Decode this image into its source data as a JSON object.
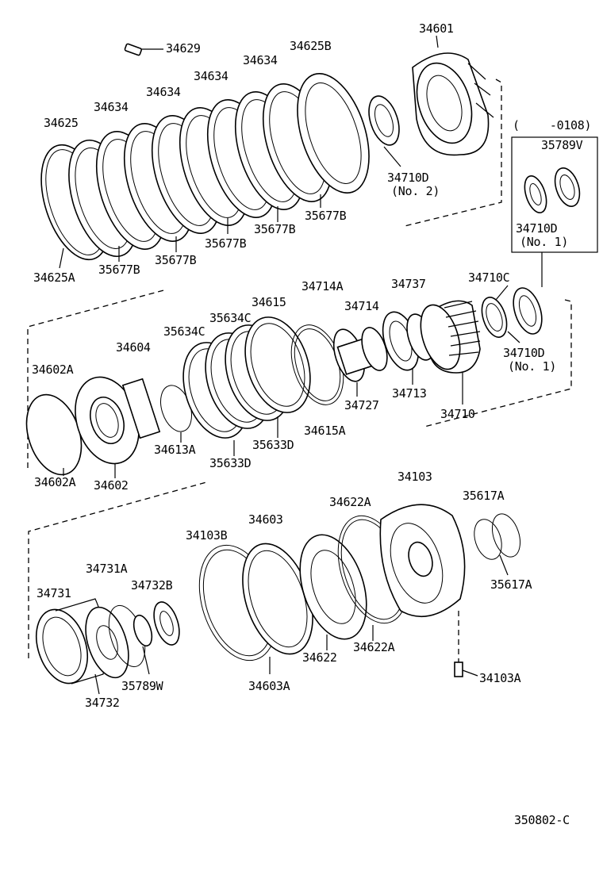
{
  "diagram": {
    "code": "350802-C",
    "labels": {
      "p34629": "34629",
      "p34634a": "34634",
      "p34625B": "34625B",
      "p34601": "34601",
      "p34634b": "34634",
      "p34634c": "34634",
      "p34634d": "34634",
      "p34625": "34625",
      "p34710D_2": "34710D",
      "no2": "(No. 2)",
      "p35677B_a": "35677B",
      "p35677B_b": "35677B",
      "p35677B_c": "35677B",
      "p35677B_d": "35677B",
      "p35677B_e": "35677B",
      "p34625A": "34625A",
      "range": "(　　 -0108)",
      "p35789V": "35789V",
      "p34710D_1a": "34710D",
      "no1a": "(No. 1)",
      "p34710C": "34710C",
      "p34714A": "34714A",
      "p34737": "34737",
      "p34615": "34615",
      "p34714": "34714",
      "p35634C_a": "35634C",
      "p35634C_b": "35634C",
      "p34604": "34604",
      "p34602A_top": "34602A",
      "p34710D_1b": "34710D",
      "no1b": "(No. 1)",
      "p34713": "34713",
      "p34727": "34727",
      "p34710": "34710",
      "p34615A": "34615A",
      "p35633D_a": "35633D",
      "p34613A": "34613A",
      "p35633D_b": "35633D",
      "p34602A_bot": "34602A",
      "p34602": "34602",
      "p34103": "34103",
      "p34622A_a": "34622A",
      "p35617A_a": "35617A",
      "p34603": "34603",
      "p34103B": "34103B",
      "p34731A": "34731A",
      "p34732B": "34732B",
      "p34731": "34731",
      "p35617A_b": "35617A",
      "p34622": "34622",
      "p34622A_b": "34622A",
      "p35789W": "35789W",
      "p34603A": "34603A",
      "p34103A": "34103A",
      "p34732": "34732"
    }
  }
}
